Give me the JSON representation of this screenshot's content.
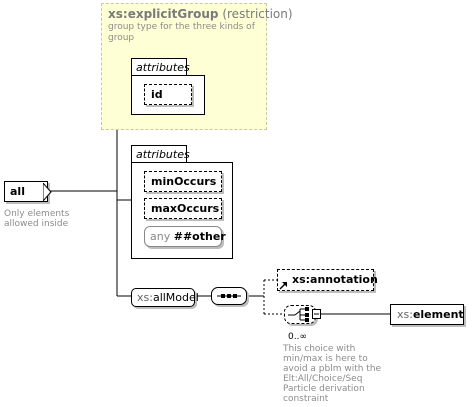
{
  "base": {
    "prefix": "xs:",
    "name": "explicitGroup",
    "kind": "(restriction)",
    "doc": "group type for the three kinds of group"
  },
  "base_attributes": {
    "label": "attributes",
    "items": [
      "id"
    ]
  },
  "attributes": {
    "label": "attributes",
    "items": [
      "minOccurs",
      "maxOccurs"
    ],
    "any": {
      "label": "any",
      "value": "##other"
    }
  },
  "element": {
    "name": "all",
    "doc": "Only elements allowed inside"
  },
  "model": {
    "prefix": "xs:",
    "name": "allModel"
  },
  "annotation": {
    "name": "xs:annotation"
  },
  "choice": {
    "occurrence": "0..∞",
    "doc": "This choice with min/max is here to avoid a pblm with the Elt:All/Choice/Seq Particle derivation constraint"
  },
  "child_element": {
    "prefix": "xs:",
    "name": "element"
  },
  "colors": {
    "base_fill": "#ffffd6",
    "base_border": "#c9c9a8",
    "doc_text": "#8c8c8c",
    "shadow": "#bdbdbd"
  }
}
